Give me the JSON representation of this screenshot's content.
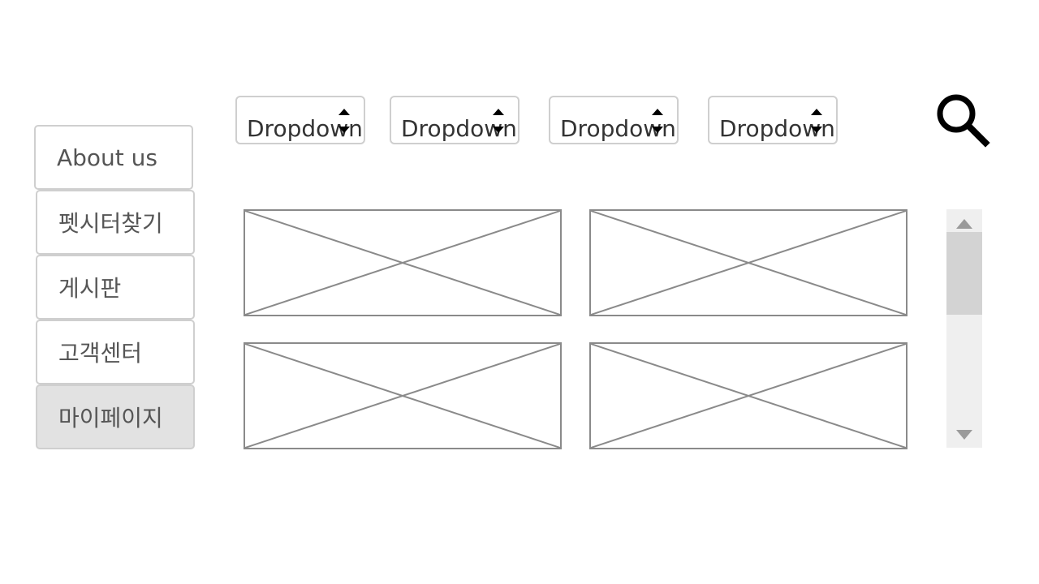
{
  "sidebar": {
    "items": [
      {
        "label": "About us"
      },
      {
        "label": "펫시터찾기"
      },
      {
        "label": "게시판"
      },
      {
        "label": "고객센터"
      },
      {
        "label": "마이페이지",
        "active": true
      }
    ]
  },
  "filters": {
    "dropdowns": [
      {
        "label": "Dropdown"
      },
      {
        "label": "Dropdown"
      },
      {
        "label": "Dropdown"
      },
      {
        "label": "Dropdown"
      }
    ]
  },
  "icons": {
    "search": "search-icon",
    "dropdown_arrows": "up-down-arrows-icon",
    "scroll_up": "triangle-up-icon",
    "scroll_down": "triangle-down-icon"
  },
  "colors": {
    "border": "#cfcfcf",
    "active_bg": "#e2e2e2",
    "placeholder_line": "#8a8a8a",
    "scroll_track": "#efefef",
    "scroll_thumb": "#d3d3d3"
  }
}
